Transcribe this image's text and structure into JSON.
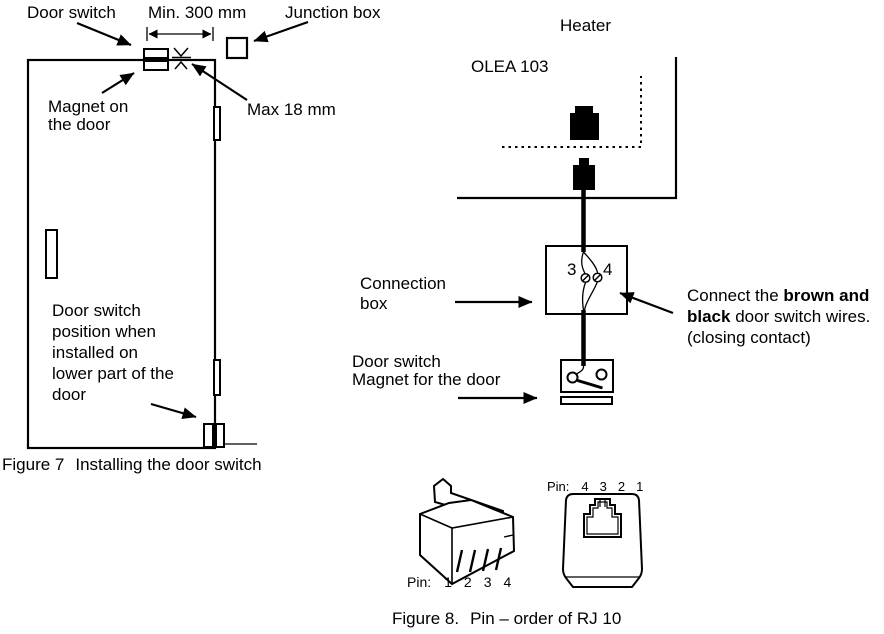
{
  "figure7": {
    "labels": {
      "door_switch": "Door switch",
      "min_dimension": "Min. 300 mm",
      "junction_box": "Junction box",
      "magnet_line1": "Magnet on",
      "magnet_line2": "the door",
      "max_dimension": "Max 18 mm",
      "position_note_lines": [
        "Door switch",
        "position when",
        "installed on",
        "lower part of the",
        "door"
      ]
    },
    "caption": {
      "label": "Figure 7",
      "title": "Installing the door switch"
    }
  },
  "heater_diagram": {
    "heater": "Heater",
    "model": "OLEA 103",
    "connection_box_line1": "Connection",
    "connection_box_line2": "box",
    "door_switch_line1": "Door switch",
    "door_switch_line2": "Magnet for the door",
    "terminal_left": "3",
    "terminal_right": "4",
    "note": {
      "line1_regular": "Connect the ",
      "line1_bold": "brown and",
      "line2_bold": "black",
      "line2_regular": " door switch wires.",
      "line3": "(closing contact)"
    }
  },
  "figure8": {
    "plug_pins": {
      "label": "Pin:",
      "numbers": [
        "1",
        "2",
        "3",
        "4"
      ]
    },
    "jack_pins": {
      "label": "Pin:",
      "numbers": [
        "4",
        "3",
        "2",
        "1"
      ]
    },
    "caption": {
      "label": "Figure 8.",
      "title": "Pin – order of RJ 10"
    }
  },
  "colors": {
    "ink": "#000000",
    "background": "#ffffff"
  }
}
